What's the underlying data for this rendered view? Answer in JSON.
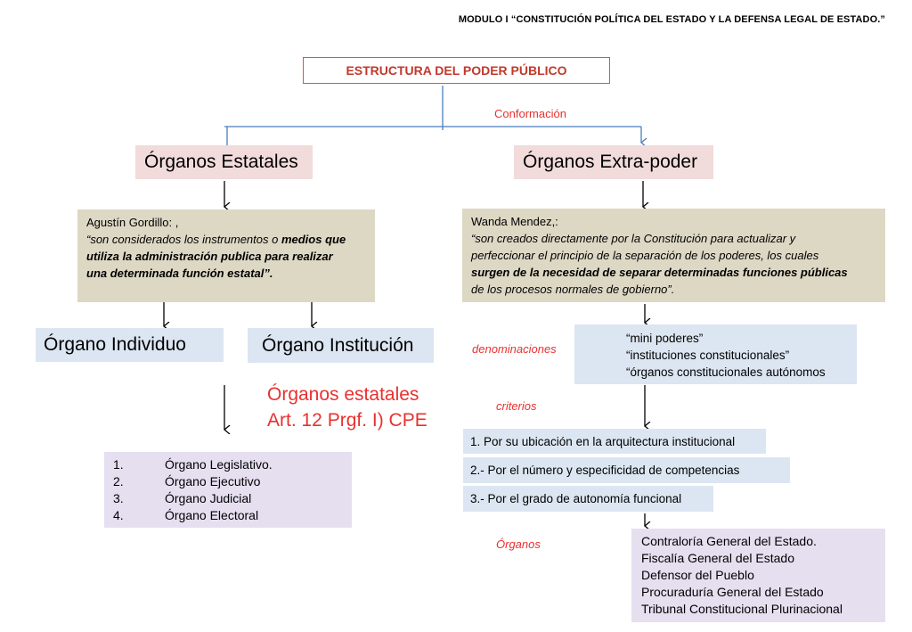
{
  "header": "MODULO I “CONSTITUCIÓN POLÍTICA DEL ESTADO Y LA DEFENSA LEGAL DE ESTADO.”",
  "title": "ESTRUCTURA DEL PODER PÚBLICO",
  "conformacion": "Conformación",
  "left": {
    "heading": "Órganos Estatales",
    "author": "Agustín Gordillo: ,",
    "quote_lines": [
      "“son considerados los instrumentos o medios que",
      "utiliza la administración publica para realizar",
      "una determinada función estatal”."
    ],
    "individuo": "Órgano Individuo",
    "institucion": "Órgano Institución",
    "estatales_line1": "Órganos estatales",
    "estatales_line2": "Art. 12 Prgf. I) CPE",
    "organos_list": [
      {
        "num": "1.",
        "label": "Órgano Legislativo."
      },
      {
        "num": "2.",
        "label": "Órgano Ejecutivo"
      },
      {
        "num": "3.",
        "label": "Órgano Judicial"
      },
      {
        "num": "4.",
        "label": "Órgano Electoral"
      }
    ]
  },
  "right": {
    "heading": "Órganos Extra-poder",
    "author": "Wanda Mendez,:",
    "quote_lines": [
      "“son creados directamente por la Constitución para  actualizar y",
      "perfeccionar el principio de la separación de los poderes, los cuales",
      "surgen de la necesidad de separar determinadas funciones públicas",
      "de los procesos normales de gobierno”."
    ],
    "denominaciones_label": "denominaciones",
    "denominaciones": [
      "“mini poderes”",
      "“instituciones constitucionales”",
      "“órganos constitucionales autónomos"
    ],
    "criterios_label": "criterios",
    "criterios": [
      "1. Por su ubicación en la arquitectura institucional",
      "2.- Por el número  y especificidad de competencias",
      "3.- Por el grado de autonomía funcional"
    ],
    "organos_label": "Órganos",
    "organos": [
      "Contraloría General del Estado.",
      "Fiscalía General del Estado",
      "Defensor del Pueblo",
      "Procuraduría General del Estado",
      "Tribunal Constitucional Plurinacional"
    ]
  }
}
